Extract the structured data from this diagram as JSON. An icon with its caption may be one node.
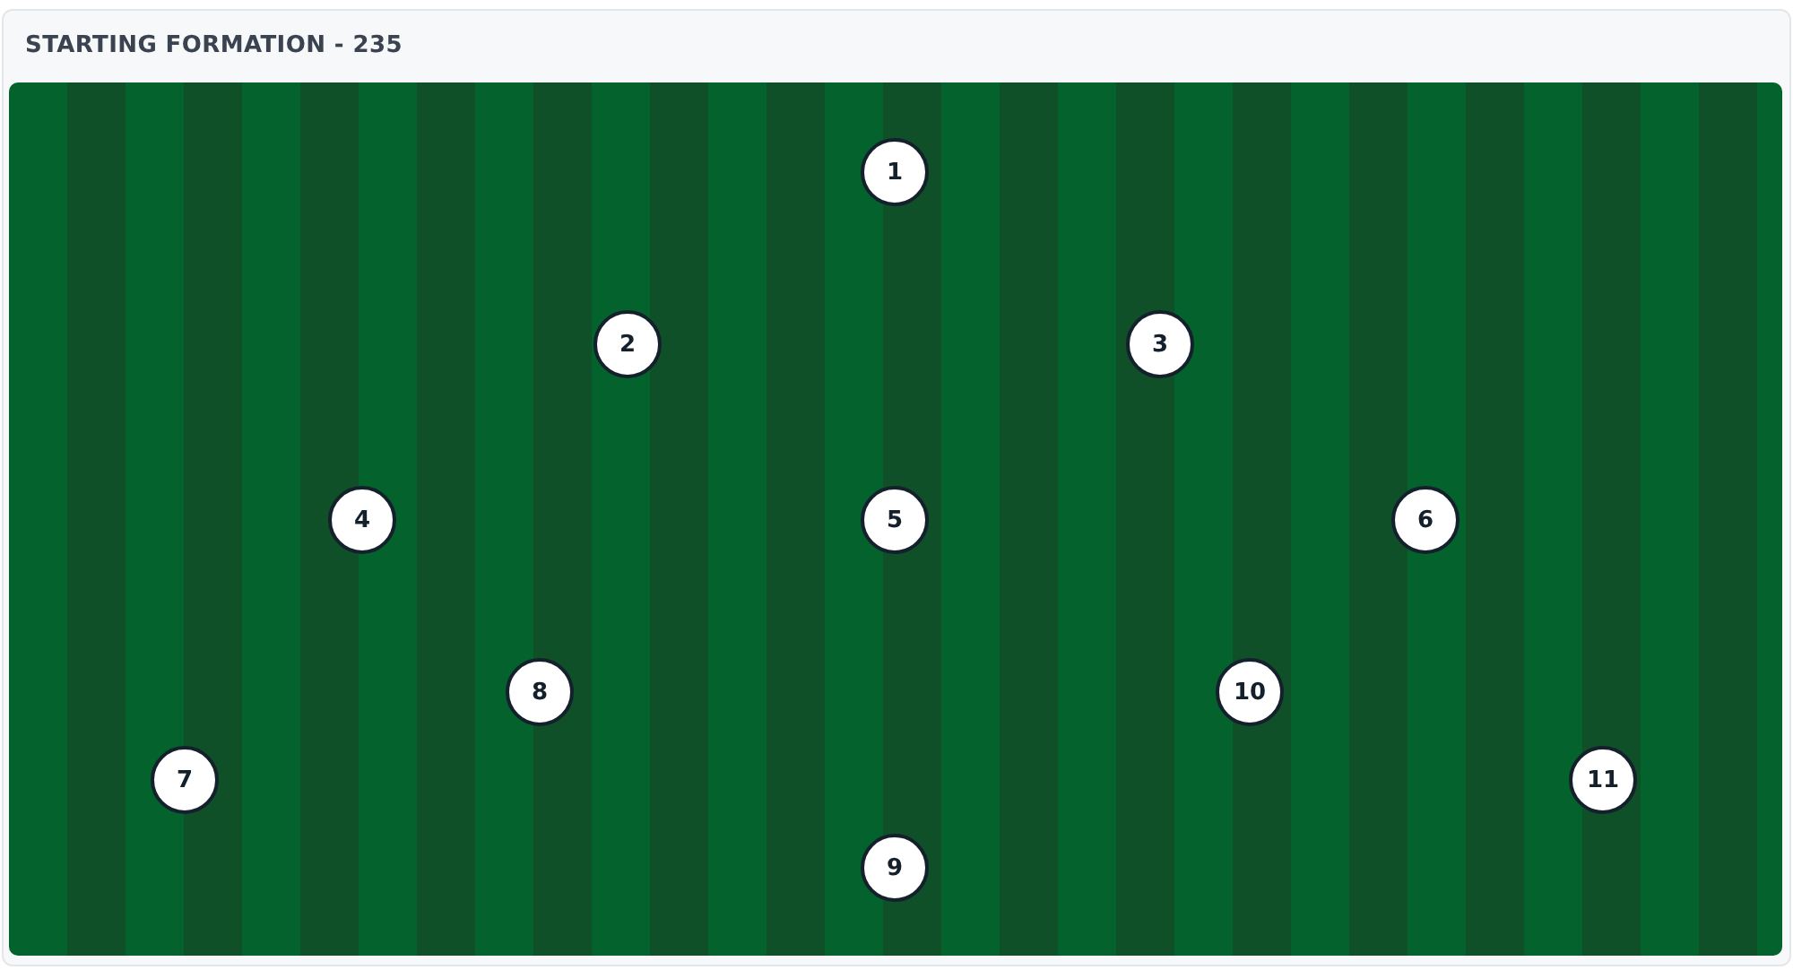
{
  "diagram": {
    "title": "STARTING FORMATION - 235",
    "nodes": [
      {
        "text": [
          "1"
        ]
      },
      {
        "text": [
          "2"
        ]
      },
      {
        "text": [
          "3"
        ]
      },
      {
        "text": [
          "4"
        ]
      },
      {
        "text": [
          "5"
        ]
      },
      {
        "text": [
          "6"
        ]
      },
      {
        "text": [
          "8"
        ]
      },
      {
        "text": [
          "10"
        ]
      },
      {
        "text": [
          "7"
        ]
      },
      {
        "text": [
          "11"
        ]
      },
      {
        "text": [
          "9"
        ]
      }
    ]
  }
}
